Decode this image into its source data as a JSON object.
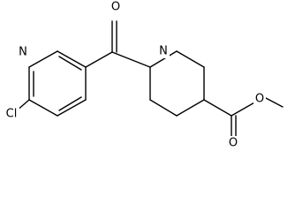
{
  "molecule": {
    "atoms": {
      "chlorine": "Cl",
      "pyridine_nitrogen": "N",
      "amide_oxygen": "O",
      "piperidine_nitrogen": "N",
      "ester_carbonyl_oxygen": "O",
      "ester_methoxy_oxygen": "O"
    }
  },
  "colors": {
    "bond": "#000000",
    "label": "#000000",
    "background": "#ffffff"
  }
}
